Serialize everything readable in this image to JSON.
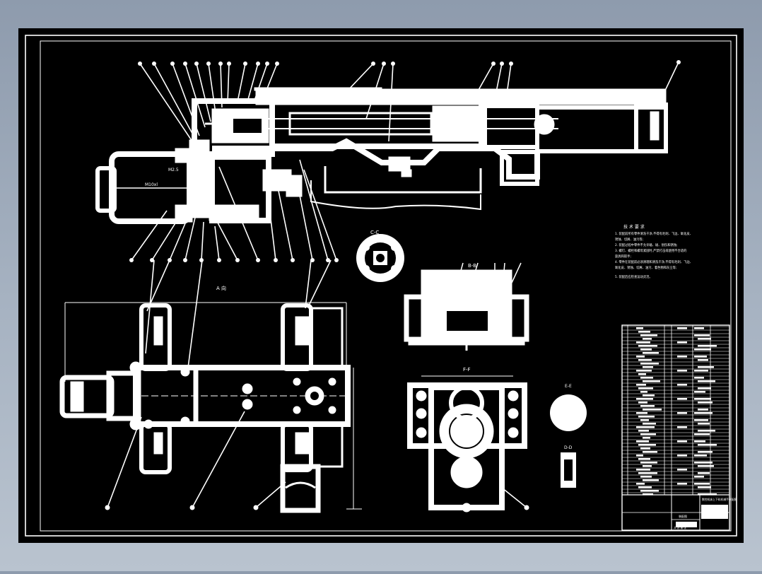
{
  "colors": {
    "background": "#9aa6b6",
    "sheet": "#000000",
    "ink": "#ffffff"
  },
  "labels": {
    "section_cc": "C-C",
    "section_bb": "B-B",
    "section_ff": "F-F",
    "section_ee": "E-E",
    "section_dd": "D-D",
    "motor_label": "M10xl",
    "motor_label2": "M2.5",
    "view_a": "A  向",
    "tech_title": "技 术 要 求"
  },
  "tech_requirements": [
    "1. 装配前所有零件清洗干净,不得有毛刺、飞边、氧化皮、",
    "   锈蚀、切屑、油污等;",
    "2. 装配过程中零件不允许磕、碰、划伤和锈蚀;",
    "3. 螺钉、螺栓和螺母紧固时,严禁打击或使用不合适的",
    "   旋具和扳手;",
    "4. 零件在装配前必须清理和清洗干净,不得有毛刺、飞边、",
    "   氧化皮、锈蚀、切屑、油污、着色物和灰尘等;",
    "5. 装配后应检查运动灵活。"
  ],
  "title_block": {
    "drawing_name": "数控机床上下料机械手装配图",
    "row1": "装配图",
    "row2": "共 张  第 张"
  }
}
